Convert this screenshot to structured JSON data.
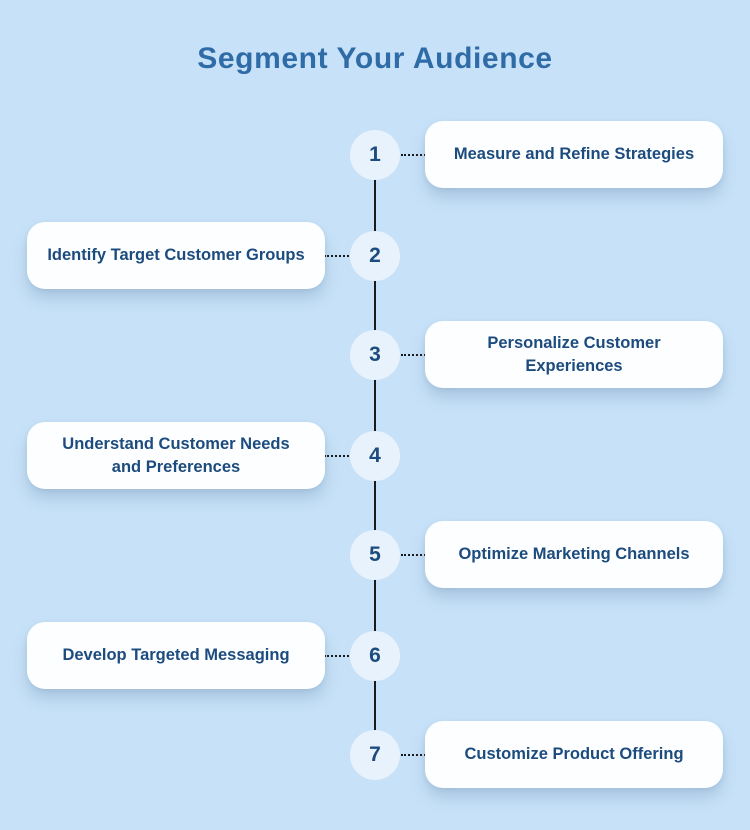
{
  "title": "Segment Your Audience",
  "colors": {
    "background": "#c7e2f8",
    "card": "#fdfeff",
    "circle": "#e8f2fc",
    "title_text": "#2f6ba6",
    "step_text": "#1c4b7e",
    "line": "#1a1a1a"
  },
  "steps": [
    {
      "number": "1",
      "label": "Measure and Refine Strategies",
      "side": "right"
    },
    {
      "number": "2",
      "label": "Identify Target Customer Groups",
      "side": "left"
    },
    {
      "number": "3",
      "label": "Personalize Customer Experiences",
      "side": "right"
    },
    {
      "number": "4",
      "label": "Understand Customer Needs and Preferences",
      "side": "left"
    },
    {
      "number": "5",
      "label": "Optimize Marketing Channels",
      "side": "right"
    },
    {
      "number": "6",
      "label": "Develop Targeted Messaging",
      "side": "left"
    },
    {
      "number": "7",
      "label": "Customize Product Offering",
      "side": "right"
    }
  ]
}
